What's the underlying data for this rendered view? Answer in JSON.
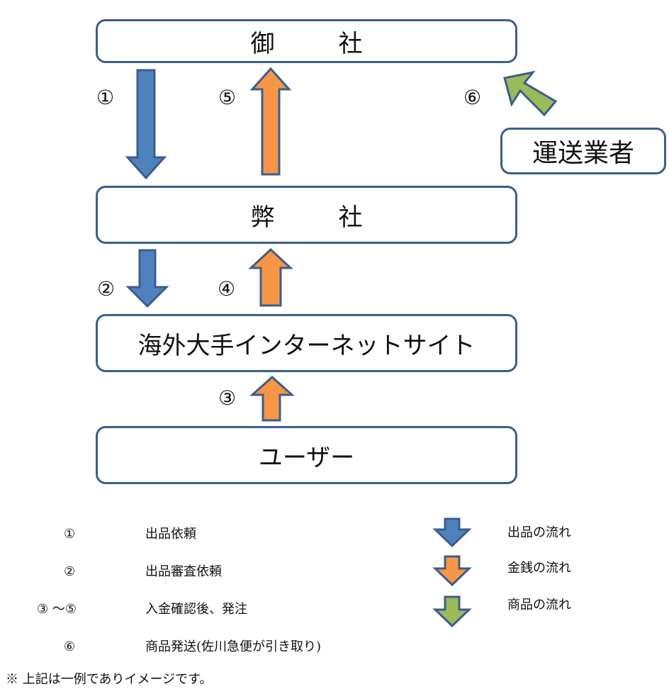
{
  "colors": {
    "border": "#3b5e8c",
    "product_flow": "#4f81bd",
    "money_flow": "#f79646",
    "goods_flow": "#9bbb59"
  },
  "nodes": {
    "client": {
      "left": "御",
      "right": "社"
    },
    "our_company": {
      "left": "弊",
      "right": "社"
    },
    "site": "海外大手インターネットサイト",
    "user": "ユーザー",
    "carrier": "運送業者"
  },
  "arrow_labels": {
    "n1": "①",
    "n2": "②",
    "n3": "③",
    "n4": "④",
    "n5": "⑤",
    "n6": "⑥"
  },
  "steps": [
    {
      "num": "①",
      "desc": "出品依頼"
    },
    {
      "num": "②",
      "desc": "出品審査依頼"
    },
    {
      "num": "③ ～⑤",
      "desc": "入金確認後、発注"
    },
    {
      "num": "⑥",
      "desc": "商品発送(佐川急便が引き取り)"
    }
  ],
  "legend": [
    {
      "label": "出品の流れ",
      "icon": "blue-down-arrow"
    },
    {
      "label": "金銭の流れ",
      "icon": "orange-down-arrow"
    },
    {
      "label": "商品の流れ",
      "icon": "green-down-arrow"
    }
  ],
  "note": "※ 上記は一例でありイメージです。"
}
